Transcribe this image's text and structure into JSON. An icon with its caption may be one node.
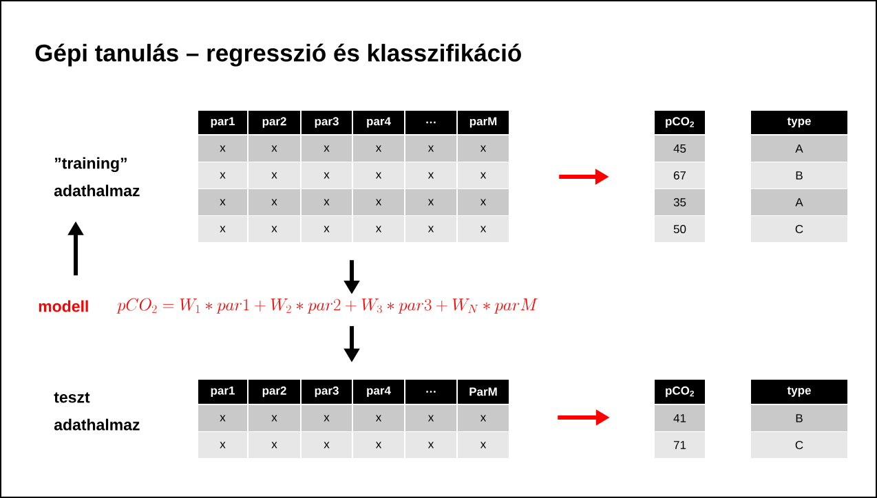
{
  "diagram": {
    "title": "Gépi tanulás – regresszió és klasszifikáció",
    "nodes": [
      {
        "text": [
          "”training” adathalmaz"
        ]
      },
      {
        "text": [
          "par1",
          "par2",
          "par3",
          "par4",
          "…",
          "parM",
          "x",
          "x",
          "x",
          "x",
          "x",
          "x",
          "x",
          "x",
          "x",
          "x",
          "x",
          "x",
          "x",
          "x",
          "x",
          "x",
          "x",
          "x",
          "x",
          "x",
          "x",
          "x",
          "x",
          "x"
        ]
      },
      {
        "text": [
          "pCO$_{2}$",
          "45",
          "67",
          "35",
          "50"
        ]
      },
      {
        "text": [
          "type",
          "A",
          "B",
          "A",
          "C"
        ]
      },
      {
        "text": [
          "modell"
        ]
      },
      {
        "text": [
          "pCO_{2} = W_{1}*par1 + W_{2}*par2 + W_{3}*par3 + W_{N}*parM"
        ]
      },
      {
        "text": [
          "teszt adathalmaz"
        ]
      },
      {
        "text": [
          "par1",
          "par2",
          "par3",
          "par4",
          "…",
          "ParM",
          "x",
          "x",
          "x",
          "x",
          "x",
          "x",
          "x",
          "x",
          "x",
          "x",
          "x",
          "x"
        ]
      },
      {
        "text": [
          "pCO$_{2}$",
          "41",
          "71"
        ]
      },
      {
        "text": [
          "type",
          "B",
          "C"
        ]
      }
    ],
    "edges": [
      {
        "from": 1,
        "to": 2,
        "arrow": "to",
        "color": "#ff0000"
      },
      {
        "from": 4,
        "to": 0,
        "arrow": "to"
      },
      {
        "from": 1,
        "to": 5,
        "arrow": "to"
      },
      {
        "from": 5,
        "to": 7,
        "arrow": "to"
      },
      {
        "from": 7,
        "to": 8,
        "arrow": "to",
        "color": "#ff0000"
      }
    ]
  }
}
